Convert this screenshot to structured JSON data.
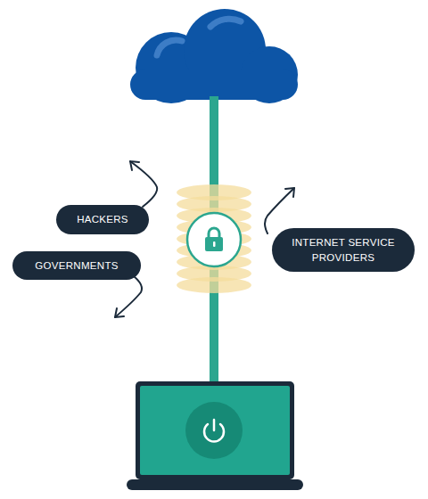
{
  "diagram": {
    "nodes": [
      {
        "text": [
          "HACKERS"
        ]
      },
      {
        "text": [
          "INTERNET SERVICE PROVIDERS"
        ]
      },
      {
        "text": [
          "GOVERNMENTS"
        ]
      }
    ]
  }
}
